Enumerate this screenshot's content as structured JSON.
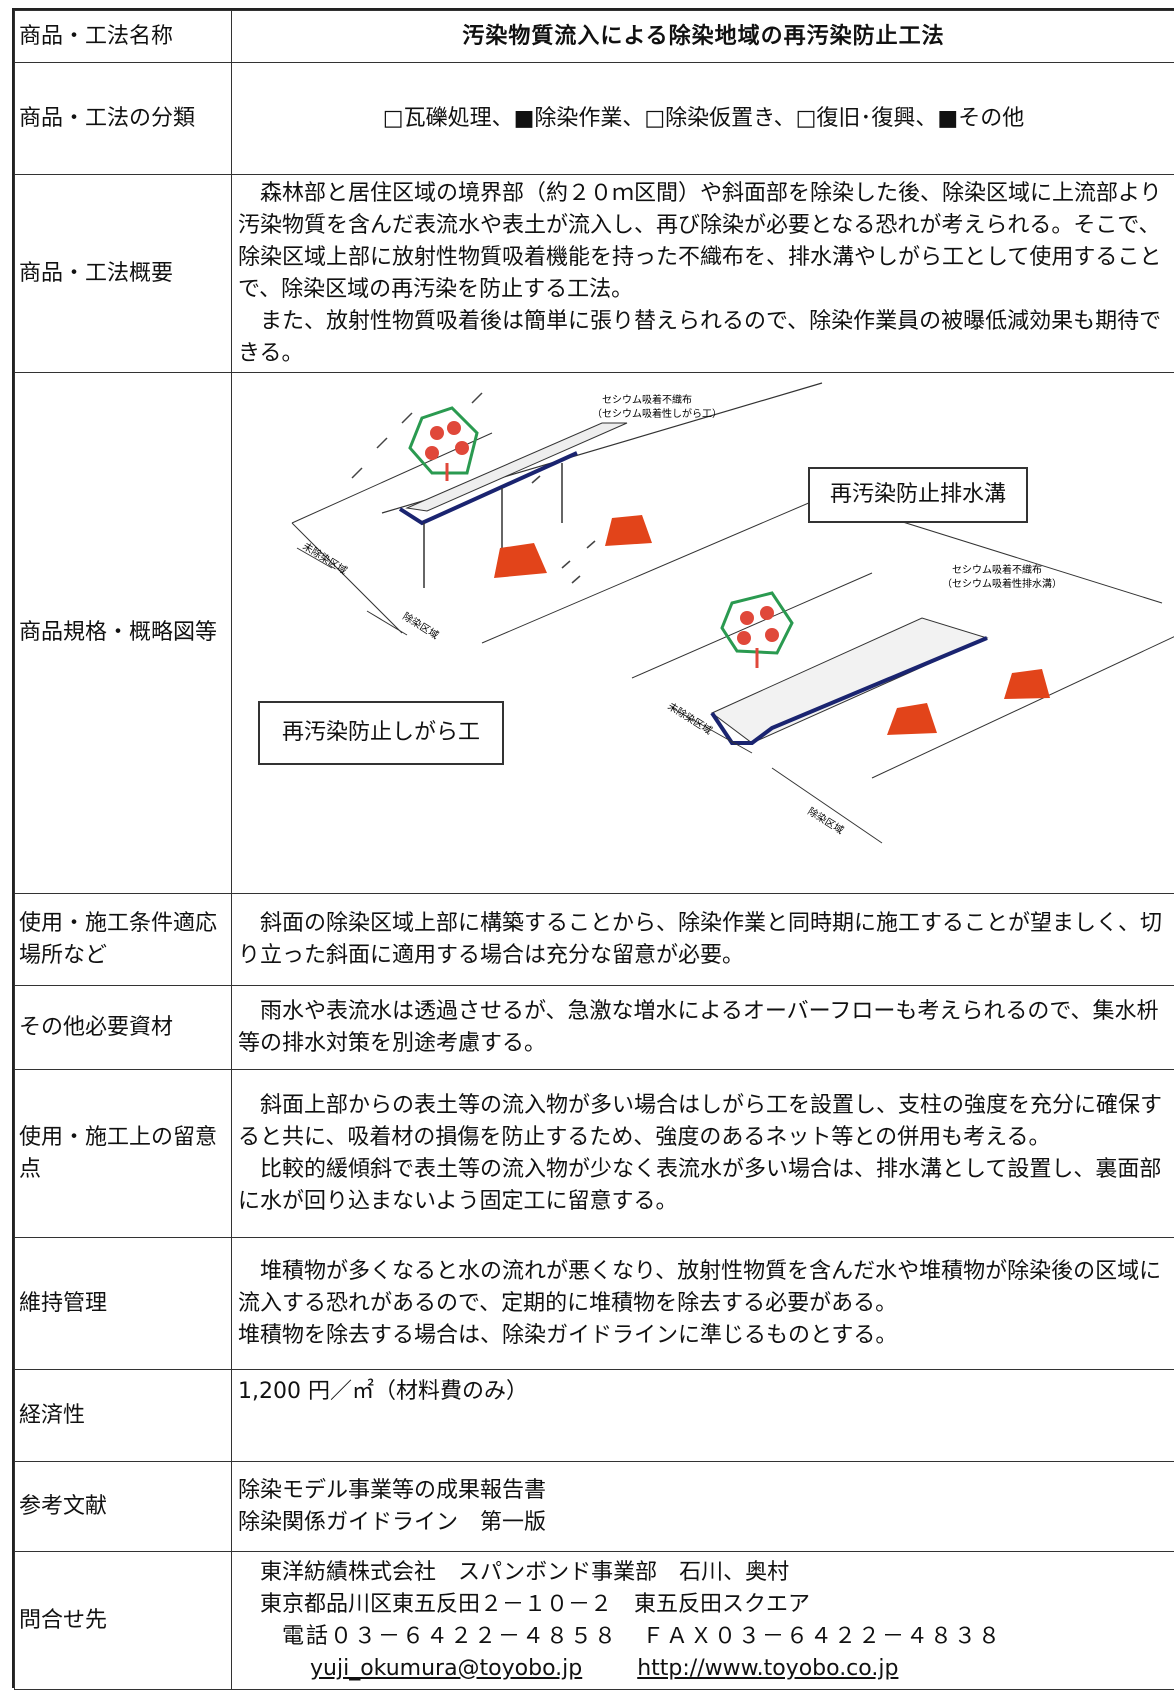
{
  "rows": {
    "name": {
      "label": "商品・工法名称",
      "value": "汚染物質流入による除染地域の再汚染防止工法"
    },
    "category": {
      "label": "商品・工法の分類",
      "value": "□瓦礫処理、■除染作業、□除染仮置き、□復旧･復興、■その他"
    },
    "overview": {
      "label": "商品・工法概要",
      "paragraphs": [
        "森林部と居住区域の境界部（約２０ｍ区間）や斜面部を除染した後、除染区域に上流部より汚染物質を含んだ表流水や表土が流入し、再び除染が必要となる恐れが考えられる。そこで、除染区域上部に放射性物質吸着機能を持った不織布を、排水溝やしがら工として使用することで、除染区域の再汚染を防止する工法。",
        "また、放射性物質吸着後は簡単に張り替えられるので、除染作業員の被曝低減効果も期待できる。"
      ]
    },
    "figure": {
      "label": "商品規格・概略図等",
      "box_top": "再汚染防止排水溝",
      "box_bottom": "再汚染防止しがら工",
      "callout1_line1": "セシウム吸着不織布",
      "callout1_line2": "（セシウム吸着性しがら工）",
      "callout2_line1": "セシウム吸着不織布",
      "callout2_line2": "（セシウム吸着性排水溝）",
      "zone_unremoved": "未除染区域",
      "zone_removed": "除染区域"
    },
    "conditions": {
      "label": "使用・施工条件適応場所など",
      "value": "斜面の除染区域上部に構築することから、除染作業と同時期に施工することが望ましく、切り立った斜面に適用する場合は充分な留意が必要。"
    },
    "materials": {
      "label": "その他必要資材",
      "value": "雨水や表流水は透過させるが、急激な増水によるオーバーフローも考えられるので、集水枡等の排水対策を別途考慮する。"
    },
    "notes": {
      "label": "使用・施工上の留意点",
      "paragraphs": [
        "斜面上部からの表土等の流入物が多い場合はしがら工を設置し、支柱の強度を充分に確保すると共に、吸着材の損傷を防止するため、強度のあるネット等との併用も考える。",
        "比較的緩傾斜で表土等の流入物が少なく表流水が多い場合は、排水溝として設置し、裏面部に水が回り込まないよう固定工に留意する。"
      ]
    },
    "maintenance": {
      "label": "維持管理",
      "paragraph": "堆積物が多くなると水の流れが悪くなり、放射性物質を含んだ水や堆積物が除染後の区域に流入する恐れがあるので、定期的に堆積物を除去する必要がある。",
      "line2": "堆積物を除去する場合は、除染ガイドラインに準じるものとする。"
    },
    "economy": {
      "label": "経済性",
      "value": "1,200 円／㎡（材料費のみ）"
    },
    "references": {
      "label": "参考文献",
      "line1": "除染モデル事業等の成果報告書",
      "line2": "除染関係ガイドライン　第一版"
    },
    "contact": {
      "label": "問合せ先",
      "company": "東洋紡績株式会社　スパンボンド事業部　石川、奥村",
      "address": "東京都品川区東五反田２－１０－２　東五反田スクエア",
      "phone": "電話０３－６４２２－４８５８　ＦＡＸ０３－６４２２－４８３８",
      "email": "yuji_okumura@toyobo.jp",
      "url": "http://www.toyobo.co.jp"
    }
  },
  "colors": {
    "cone": "#e2441a",
    "tree_outline": "#2a9a50",
    "flower": "#e0483a",
    "ditch": "#1a2470"
  }
}
